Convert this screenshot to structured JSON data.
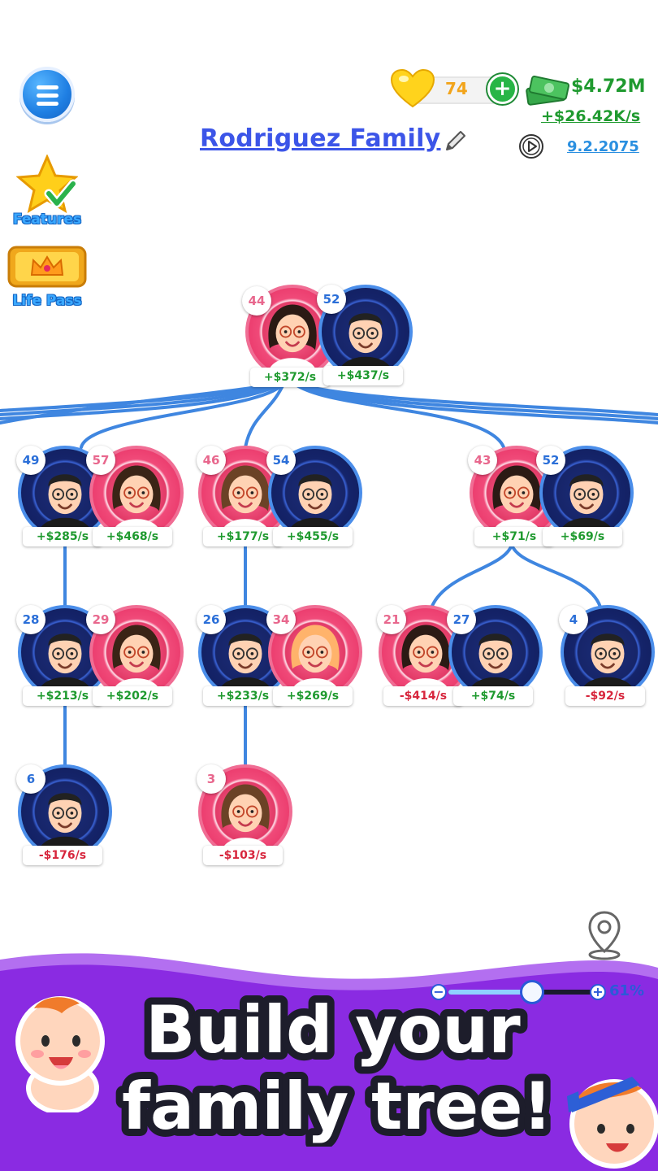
{
  "side_menu": {
    "features_label": "Features",
    "life_pass_label": "Life Pass"
  },
  "header": {
    "hearts": "74",
    "money": "$4.72M",
    "income": "+$26.42K/s",
    "family_title": "Rodriguez Family",
    "date": "9.2.2075"
  },
  "people": [
    {
      "age": "44",
      "rate": "+$372/s",
      "gender": "f"
    },
    {
      "age": "52",
      "rate": "+$437/s",
      "gender": "m"
    },
    {
      "age": "49",
      "rate": "+$285/s",
      "gender": "m"
    },
    {
      "age": "57",
      "rate": "+$468/s",
      "gender": "f"
    },
    {
      "age": "46",
      "rate": "+$177/s",
      "gender": "f"
    },
    {
      "age": "54",
      "rate": "+$455/s",
      "gender": "m"
    },
    {
      "age": "43",
      "rate": "+$71/s",
      "gender": "f"
    },
    {
      "age": "52",
      "rate": "+$69/s",
      "gender": "m"
    },
    {
      "age": "28",
      "rate": "+$213/s",
      "gender": "m"
    },
    {
      "age": "29",
      "rate": "+$202/s",
      "gender": "f"
    },
    {
      "age": "26",
      "rate": "+$233/s",
      "gender": "m"
    },
    {
      "age": "34",
      "rate": "+$269/s",
      "gender": "f"
    },
    {
      "age": "21",
      "rate": "-$414/s",
      "gender": "f"
    },
    {
      "age": "27",
      "rate": "+$74/s",
      "gender": "m"
    },
    {
      "age": "4",
      "rate": "-$92/s",
      "gender": "m"
    },
    {
      "age": "6",
      "rate": "-$176/s",
      "gender": "m"
    },
    {
      "age": "3",
      "rate": "-$103/s",
      "gender": "f"
    }
  ],
  "zoom": {
    "percent_label": "61%",
    "level": 0.61
  },
  "banner": {
    "line1": "Build your",
    "line2": "family tree!"
  },
  "colors": {
    "female": "#e5295e",
    "male": "#15246a",
    "positive": "#1f9a2f",
    "negative": "#d7263d",
    "banner_purple": "#8a2be2"
  }
}
